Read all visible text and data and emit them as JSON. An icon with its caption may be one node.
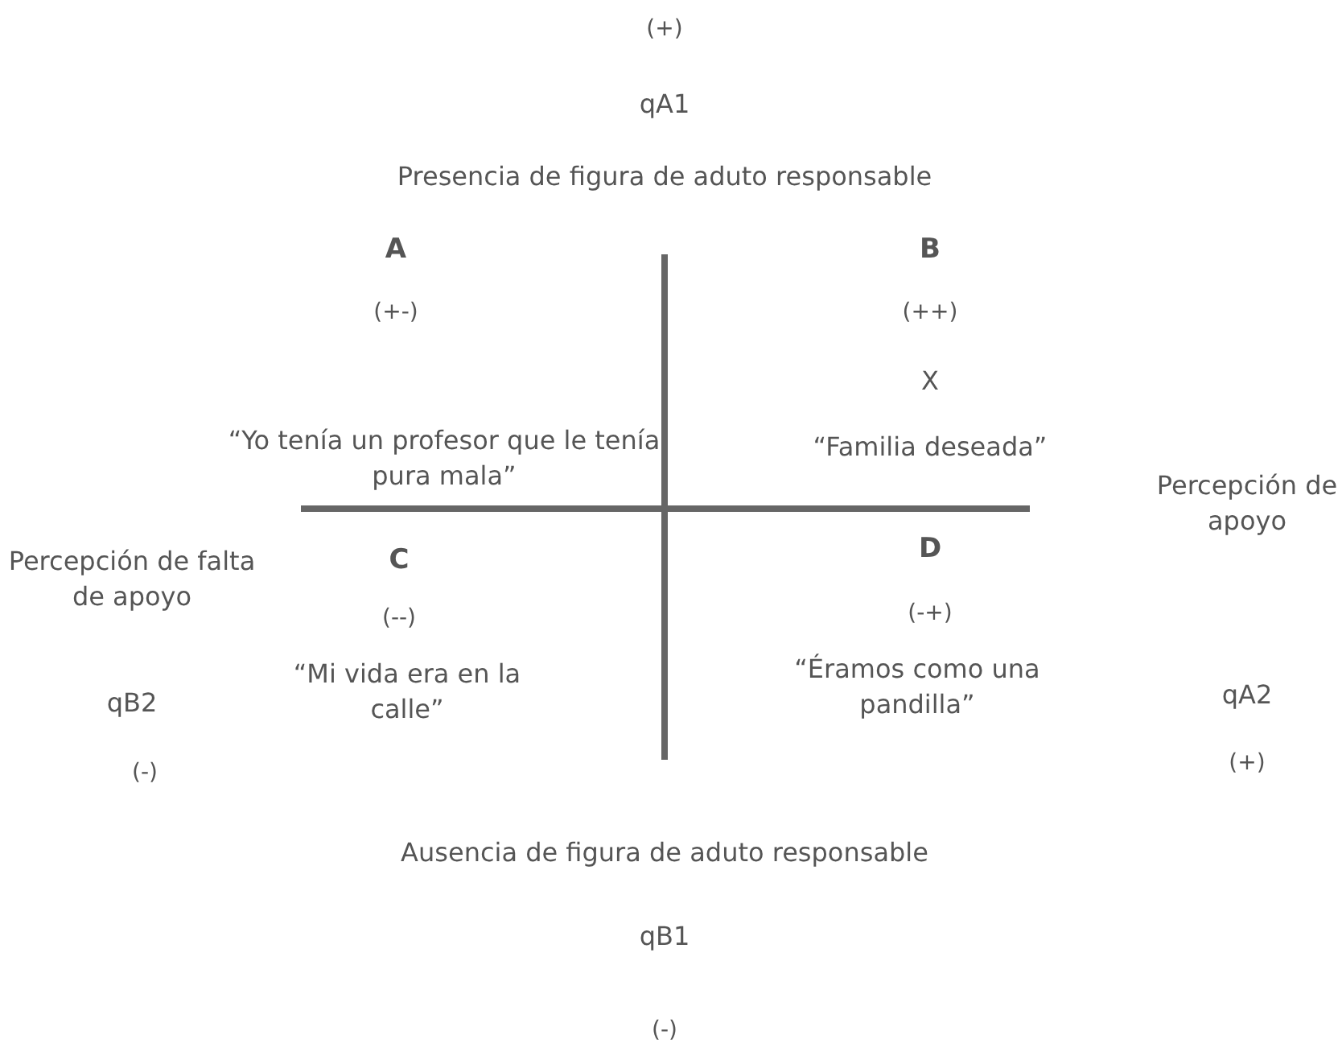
{
  "diagram": {
    "labels": [
      "(+)",
      "qA1",
      "Presencia de figura de aduto responsable",
      "A",
      "(+-)",
      "B",
      "(++)",
      "X",
      "“Yo tenía un profesor que le tenía pura mala”",
      "“Familia deseada”",
      "Percepción de apoyo",
      "Percepción de falta de apoyo",
      "C",
      "D",
      "(--)",
      "(-+)",
      "“Mi vida era en la calle”",
      "“Éramos como una pandilla”",
      "qB2",
      "qA2",
      "(-)",
      "(+)",
      "Ausencia de figura de aduto responsable",
      "qB1",
      "(-)"
    ]
  }
}
